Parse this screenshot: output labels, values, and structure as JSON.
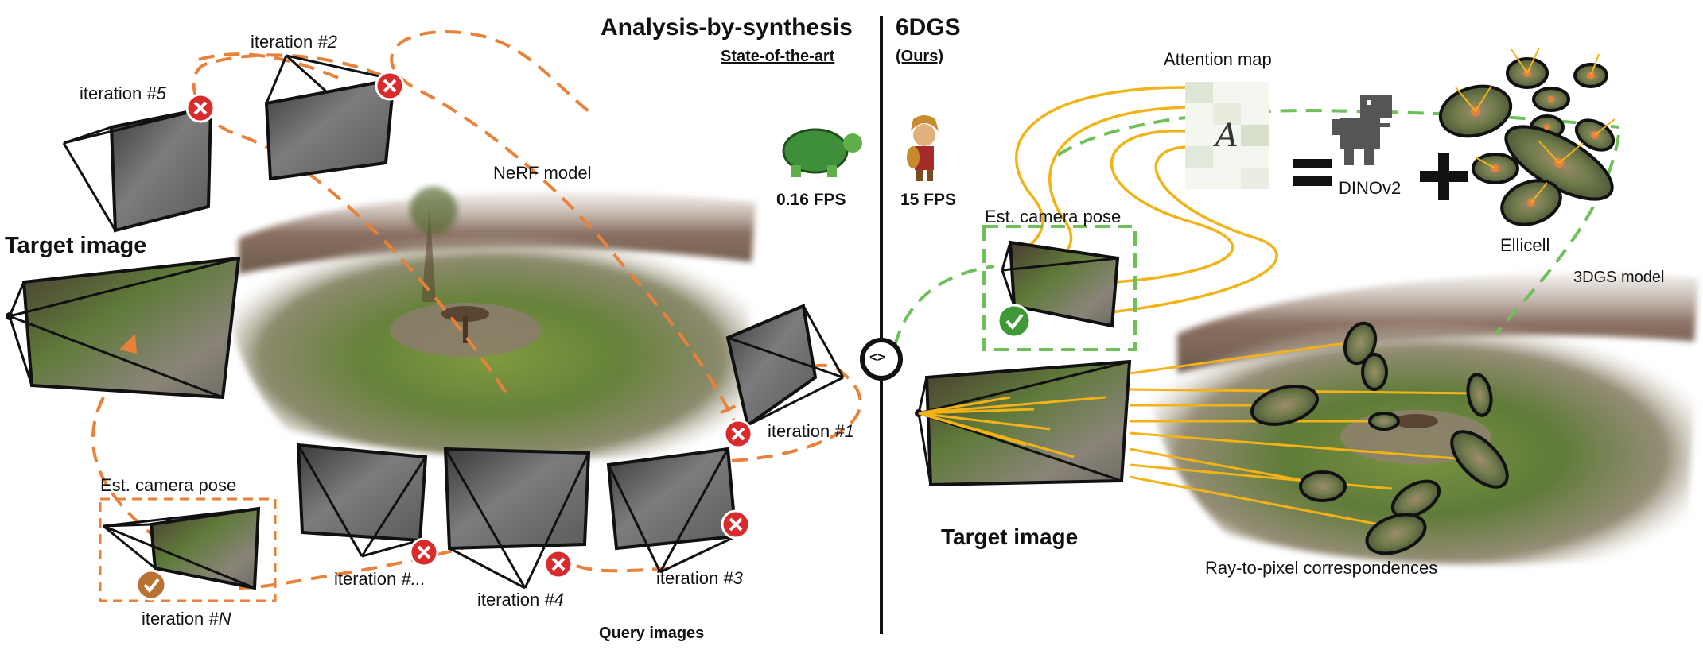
{
  "header": {
    "left_title": "Analysis-by-synthesis",
    "left_subtitle": "State-of-the-art",
    "right_title": "6DGS",
    "right_subtitle": "(Ours)"
  },
  "left": {
    "speed": "0.16 FPS",
    "model_label": "NeRF model",
    "target_label": "Target image",
    "estimate_label": "Est. camera pose",
    "query_label": "Query images",
    "iterations": {
      "it2": {
        "prefix": "iteration ",
        "suffix": "#2"
      },
      "it5": {
        "prefix": "iteration ",
        "suffix": "#5"
      },
      "it1": {
        "prefix": "iteration ",
        "suffix": "#1"
      },
      "it3": {
        "prefix": "iteration ",
        "suffix": "#3"
      },
      "it4": {
        "prefix": "iteration ",
        "suffix": "#4"
      },
      "itdots": {
        "prefix": "iteration ",
        "suffix": "#..."
      },
      "itN": {
        "prefix": "iteration ",
        "suffix": "#N"
      }
    }
  },
  "right": {
    "speed": "15 FPS",
    "attention_label": "Attention map",
    "attention_symbol": "A",
    "backbone_label": "DINOv2",
    "ellicell_label": "Ellicell",
    "model_label": "3DGS model",
    "estimate_label": "Est. camera pose",
    "target_label": "Target image",
    "correspondence_label": "Ray-to-pixel correspondences"
  },
  "center_symbol": "<>",
  "colors": {
    "orange_dashed": "#e8823a",
    "green_dashed": "#6fbf5a",
    "yellow_ray": "#f2b319",
    "fail_red": "#d92b2b",
    "success_green": "#3d9a36",
    "success_brown": "#b87333"
  }
}
